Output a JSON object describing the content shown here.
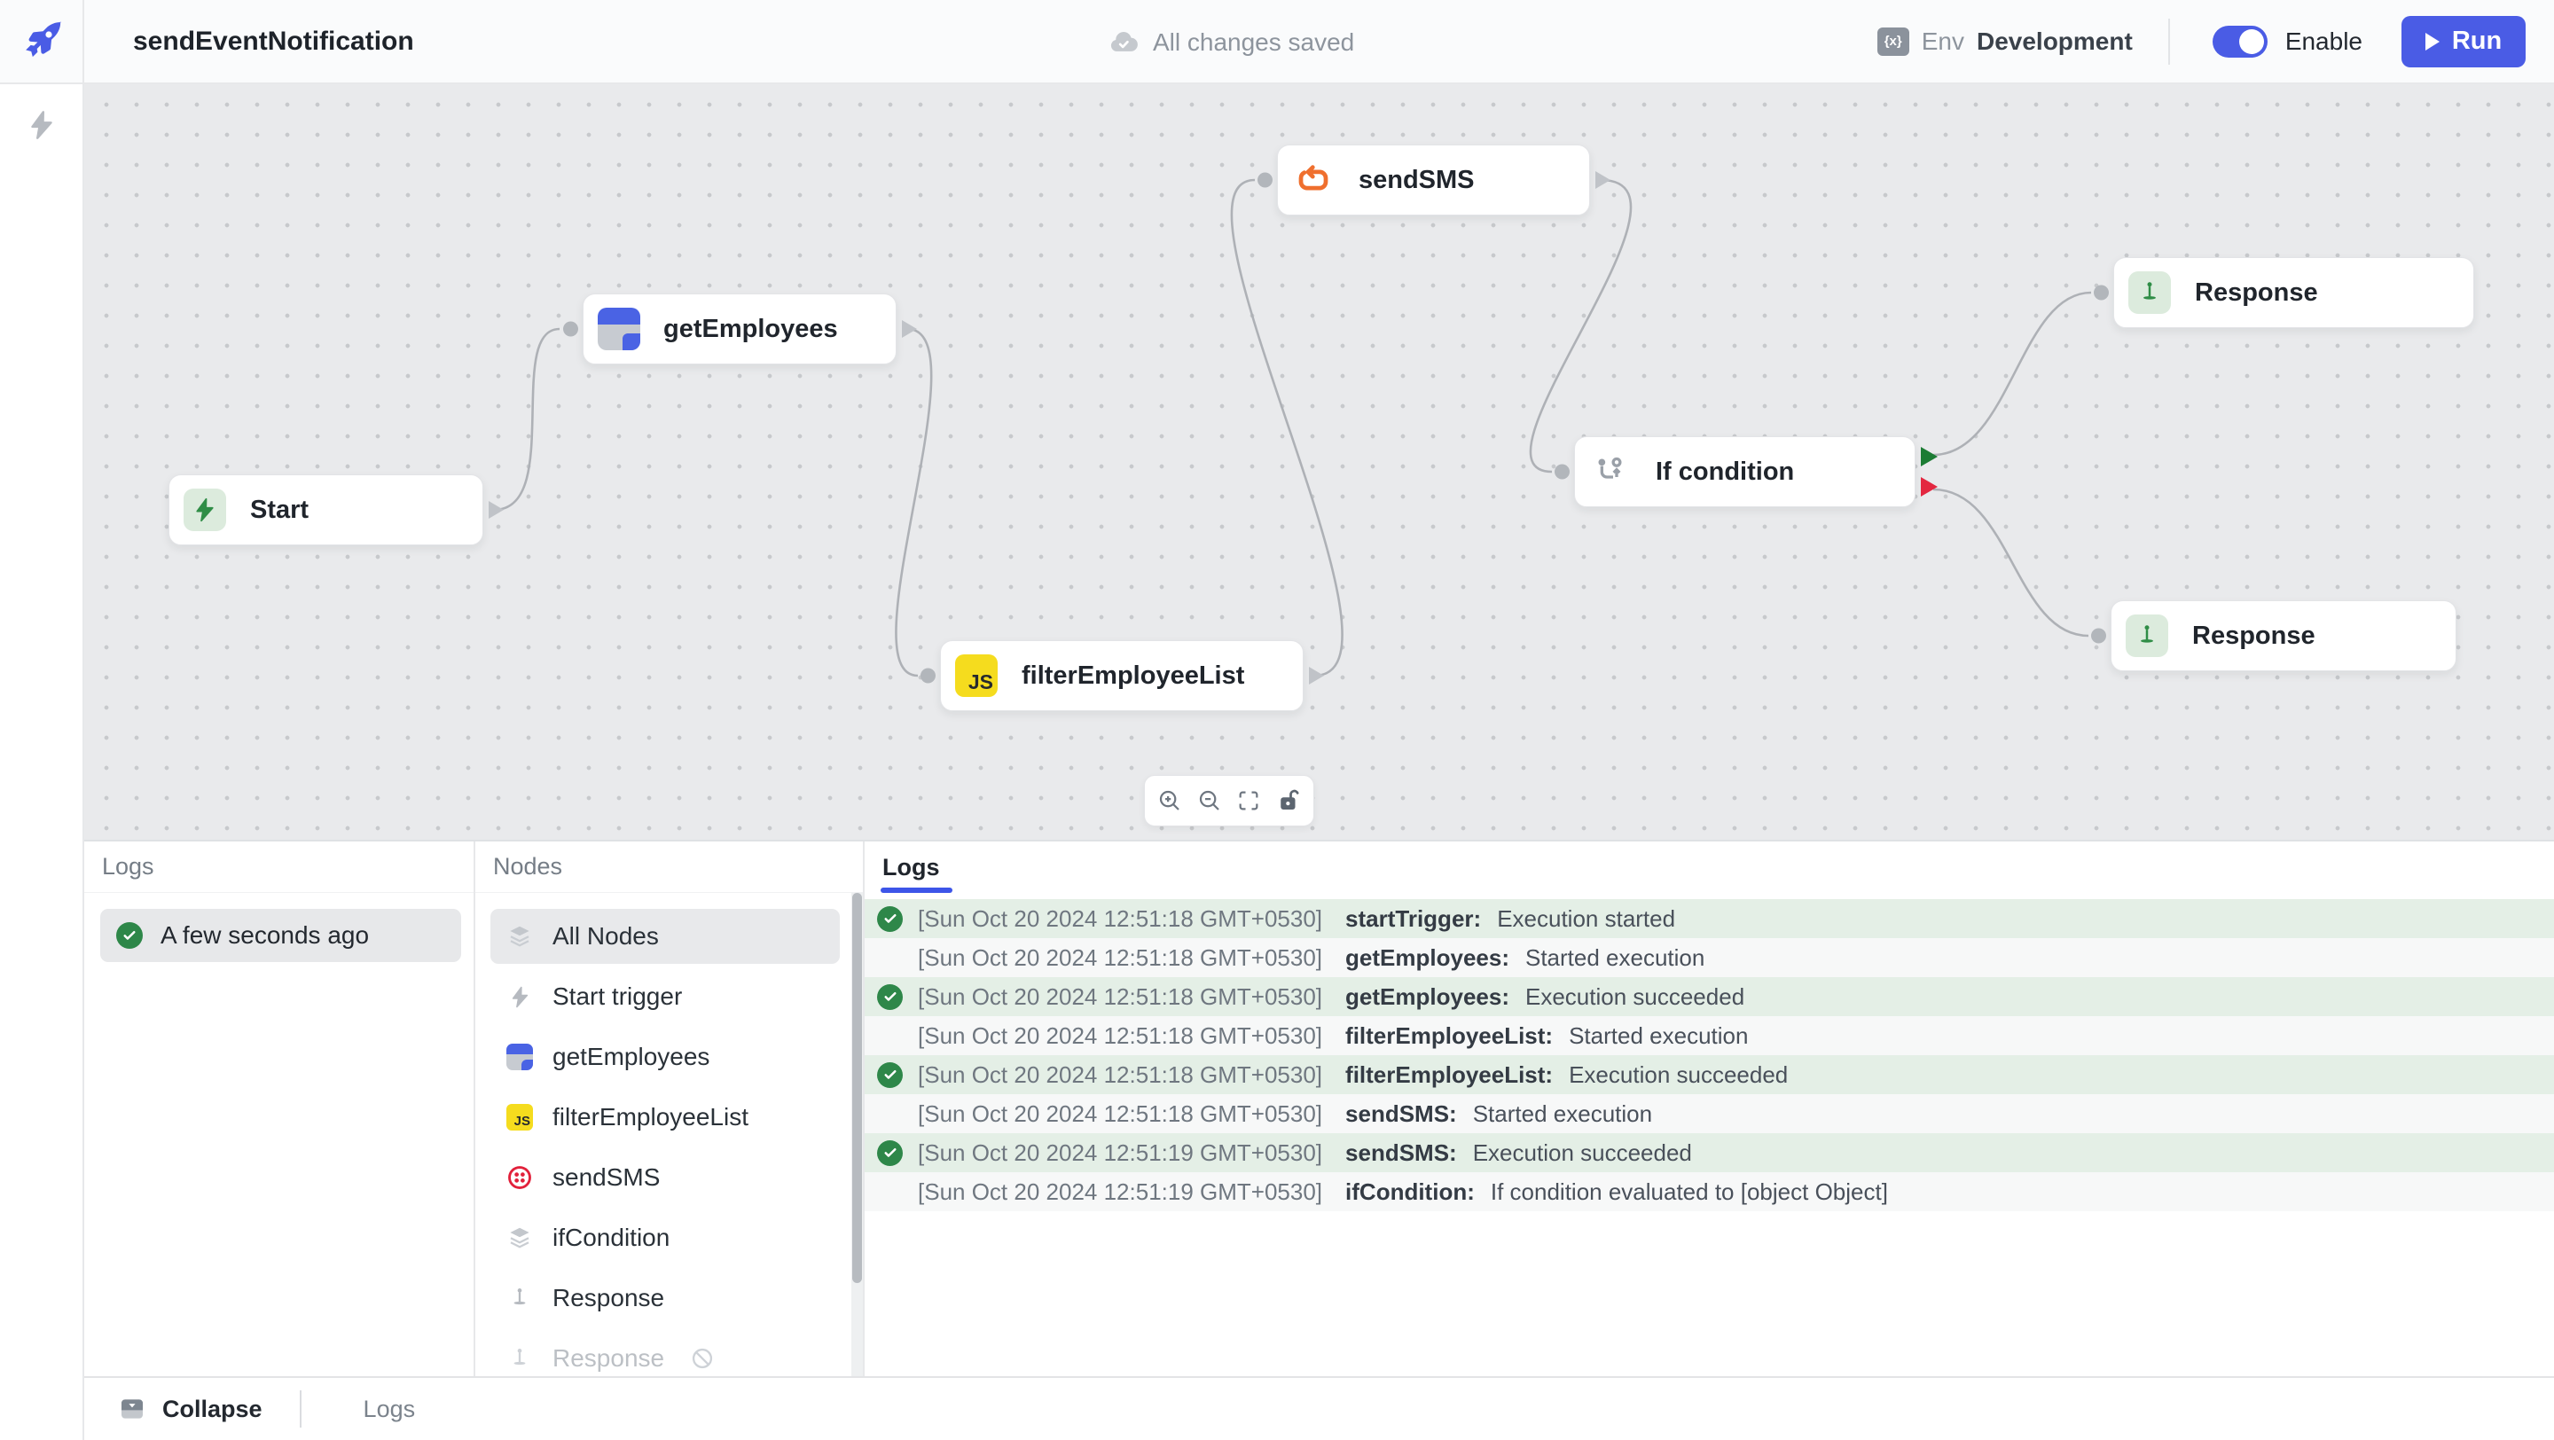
{
  "header": {
    "title": "sendEventNotification",
    "saved_status": "All changes saved",
    "env_icon_text": "{x}",
    "env_label": "Env",
    "env_value": "Development",
    "enable_label": "Enable",
    "run_label": "Run",
    "toggle_state": "on"
  },
  "canvas": {
    "nodes": {
      "start": "Start",
      "get_employees": "getEmployees",
      "send_sms": "sendSMS",
      "filter_employee_list": "filterEmployeeList",
      "if_condition": "If condition",
      "response_true": "Response",
      "response_false": "Response"
    },
    "js_badge": "JS",
    "toolbar_icons": [
      "zoom-in",
      "zoom-out",
      "fit-view",
      "lock"
    ]
  },
  "bottom_panel": {
    "history_header": "Logs",
    "nodes_header": "Nodes",
    "logs_tab": "Logs",
    "history_items": [
      {
        "label": "A few seconds ago",
        "status": "success"
      }
    ],
    "node_filters": [
      {
        "label": "All Nodes",
        "icon": "layers",
        "selected": true
      },
      {
        "label": "Start trigger",
        "icon": "bolt"
      },
      {
        "label": "getEmployees",
        "icon": "table"
      },
      {
        "label": "filterEmployeeList",
        "icon": "js"
      },
      {
        "label": "sendSMS",
        "icon": "twilio"
      },
      {
        "label": "ifCondition",
        "icon": "layers"
      },
      {
        "label": "Response",
        "icon": "pin"
      },
      {
        "label": "Response",
        "icon": "pin",
        "disabled": true,
        "badge": "skipped"
      }
    ],
    "log_entries": [
      {
        "success": true,
        "timestamp": "[Sun Oct 20 2024 12:51:18 GMT+0530]",
        "node": "startTrigger:",
        "message": "Execution started"
      },
      {
        "success": false,
        "timestamp": "[Sun Oct 20 2024 12:51:18 GMT+0530]",
        "node": "getEmployees:",
        "message": "Started execution"
      },
      {
        "success": true,
        "timestamp": "[Sun Oct 20 2024 12:51:18 GMT+0530]",
        "node": "getEmployees:",
        "message": "Execution succeeded"
      },
      {
        "success": false,
        "timestamp": "[Sun Oct 20 2024 12:51:18 GMT+0530]",
        "node": "filterEmployeeList:",
        "message": "Started execution"
      },
      {
        "success": true,
        "timestamp": "[Sun Oct 20 2024 12:51:18 GMT+0530]",
        "node": "filterEmployeeList:",
        "message": "Execution succeeded"
      },
      {
        "success": false,
        "timestamp": "[Sun Oct 20 2024 12:51:18 GMT+0530]",
        "node": "sendSMS:",
        "message": "Started execution"
      },
      {
        "success": true,
        "timestamp": "[Sun Oct 20 2024 12:51:19 GMT+0530]",
        "node": "sendSMS:",
        "message": "Execution succeeded"
      },
      {
        "success": false,
        "timestamp": "[Sun Oct 20 2024 12:51:19 GMT+0530]",
        "node": "ifCondition:",
        "message": "If condition evaluated to [object Object]"
      }
    ]
  },
  "footer": {
    "collapse_label": "Collapse",
    "logs_label": "Logs"
  },
  "colors": {
    "accent": "#4a5ce5",
    "success_green": "#2e8749",
    "branch_true": "#1c7c34",
    "branch_false": "#e32740",
    "twilio_red": "#e2213b",
    "js_yellow": "#f5dc1e",
    "loop_orange": "#ef6f2e",
    "canvas_bg": "#e9eaec",
    "log_success_bg": "#e4efe6"
  }
}
